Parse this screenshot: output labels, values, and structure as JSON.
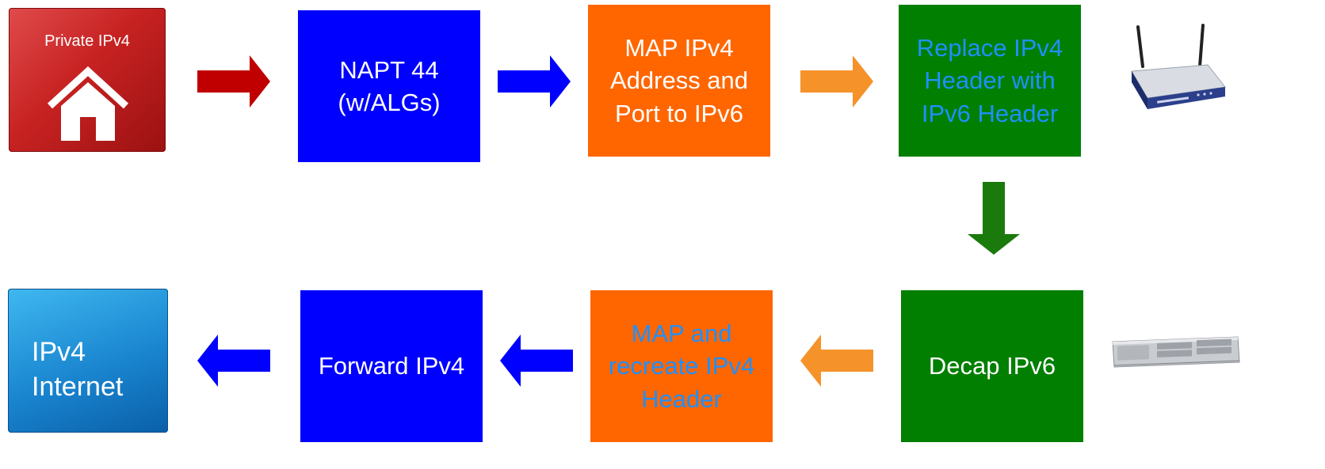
{
  "top_row": {
    "private_ipv4": {
      "label": "Private IPv4",
      "icon": "house-icon"
    },
    "napt": {
      "label": "NAPT 44\n(w/ALGs)"
    },
    "map_ipv4": {
      "label": "MAP IPv4\nAddress and\nPort to IPv6"
    },
    "replace_header": {
      "label": "Replace IPv4\nHeader with\nIPv6 Header"
    },
    "device_icon": "wireless-router-icon"
  },
  "bottom_row": {
    "internet": {
      "label": "IPv4\nInternet"
    },
    "forward": {
      "label": "Forward IPv4"
    },
    "map_recreate": {
      "label": "MAP and\nrecreate IPv4\nHeader"
    },
    "decap": {
      "label": "Decap IPv6"
    },
    "device_icon": "rack-router-icon"
  },
  "colors": {
    "red_arrow": "#c00000",
    "blue": "#0000ff",
    "orange_box": "#ff6600",
    "orange_arrow": "#f5922a",
    "green": "#007f00",
    "cyan_text": "#1e90ff"
  }
}
